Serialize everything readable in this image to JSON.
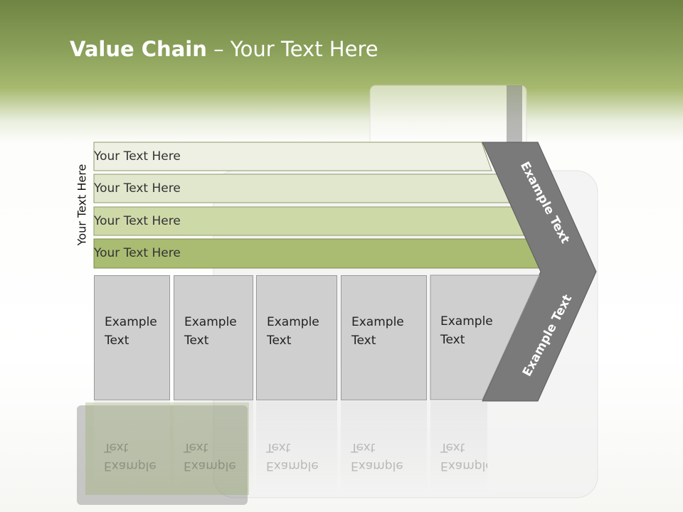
{
  "header": {
    "title_bold": "Value Chain",
    "title_rest": " – Your Text Here"
  },
  "side_label": "Your Text Here",
  "bars": [
    {
      "label": "Your Text Here",
      "color": "#eef0e3"
    },
    {
      "label": "Your Text Here",
      "color": "#e1e7cd"
    },
    {
      "label": "Your Text Here",
      "color": "#ced9a8"
    },
    {
      "label": "Your Text Here",
      "color": "#a9bc72"
    }
  ],
  "columns": [
    {
      "text": "Example Text"
    },
    {
      "text": "Example Text"
    },
    {
      "text": "Example Text"
    },
    {
      "text": "Example Text"
    },
    {
      "text": "Example Text"
    }
  ],
  "chevron": {
    "upper_label": "Example Text",
    "lower_label": "Example Text",
    "color": "#7a7a7a"
  }
}
